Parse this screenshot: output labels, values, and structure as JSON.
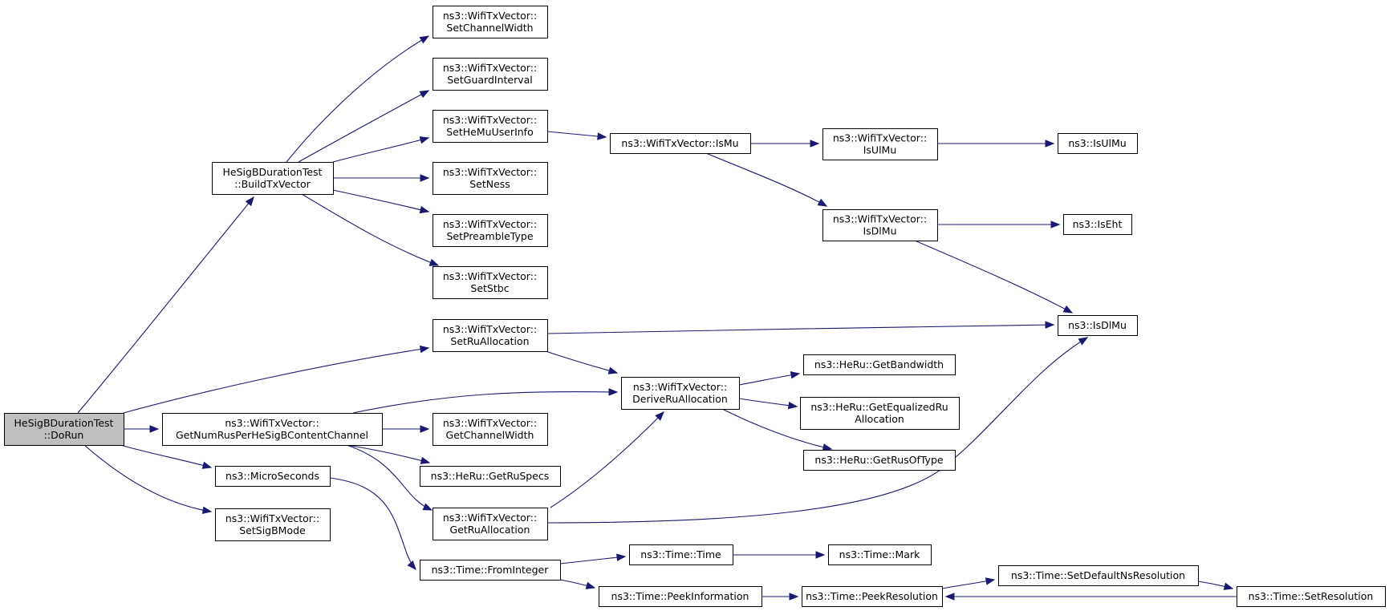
{
  "edge_color": "#191970",
  "root_fill": "#bfbfbf",
  "nodes": [
    {
      "id": "dorun",
      "lines": [
        "HeSigBDurationTest",
        "::DoRun"
      ],
      "root": true
    },
    {
      "id": "buildtx",
      "lines": [
        "HeSigBDurationTest",
        "::BuildTxVector"
      ]
    },
    {
      "id": "setchw",
      "lines": [
        "ns3::WifiTxVector::",
        "SetChannelWidth"
      ]
    },
    {
      "id": "setgi",
      "lines": [
        "ns3::WifiTxVector::",
        "SetGuardInterval"
      ]
    },
    {
      "id": "sethemu",
      "lines": [
        "ns3::WifiTxVector::",
        "SetHeMuUserInfo"
      ]
    },
    {
      "id": "setness",
      "lines": [
        "ns3::WifiTxVector::",
        "SetNess"
      ]
    },
    {
      "id": "setpre",
      "lines": [
        "ns3::WifiTxVector::",
        "SetPreambleType"
      ]
    },
    {
      "id": "setstbc",
      "lines": [
        "ns3::WifiTxVector::",
        "SetStbc"
      ]
    },
    {
      "id": "setru",
      "lines": [
        "ns3::WifiTxVector::",
        "SetRuAllocation"
      ]
    },
    {
      "id": "getnumrus",
      "lines": [
        "ns3::WifiTxVector::",
        "GetNumRusPerHeSigBContentChannel"
      ]
    },
    {
      "id": "micro",
      "lines": [
        "ns3::MicroSeconds"
      ]
    },
    {
      "id": "setsigb",
      "lines": [
        "ns3::WifiTxVector::",
        "SetSigBMode"
      ]
    },
    {
      "id": "ismu",
      "lines": [
        "ns3::WifiTxVector::IsMu"
      ]
    },
    {
      "id": "isulmu",
      "lines": [
        "ns3::WifiTxVector::",
        "IsUlMu"
      ]
    },
    {
      "id": "nsisulmu",
      "lines": [
        "ns3::IsUlMu"
      ]
    },
    {
      "id": "isdlmu",
      "lines": [
        "ns3::WifiTxVector::",
        "IsDlMu"
      ]
    },
    {
      "id": "iseht",
      "lines": [
        "ns3::IsEht"
      ]
    },
    {
      "id": "nsisdlmu",
      "lines": [
        "ns3::IsDlMu"
      ]
    },
    {
      "id": "derive",
      "lines": [
        "ns3::WifiTxVector::",
        "DeriveRuAllocation"
      ]
    },
    {
      "id": "getbw",
      "lines": [
        "ns3::HeRu::GetBandwidth"
      ]
    },
    {
      "id": "geteq",
      "lines": [
        "ns3::HeRu::GetEqualizedRu",
        "Allocation"
      ]
    },
    {
      "id": "getrusoftype",
      "lines": [
        "ns3::HeRu::GetRusOfType"
      ]
    },
    {
      "id": "getchw",
      "lines": [
        "ns3::WifiTxVector::",
        "GetChannelWidth"
      ]
    },
    {
      "id": "getruspecs",
      "lines": [
        "ns3::HeRu::GetRuSpecs"
      ]
    },
    {
      "id": "getrualloc",
      "lines": [
        "ns3::WifiTxVector::",
        "GetRuAllocation"
      ]
    },
    {
      "id": "fromint",
      "lines": [
        "ns3::Time::FromInteger"
      ]
    },
    {
      "id": "timetime",
      "lines": [
        "ns3::Time::Time"
      ]
    },
    {
      "id": "mark",
      "lines": [
        "ns3::Time::Mark"
      ]
    },
    {
      "id": "peekinfo",
      "lines": [
        "ns3::Time::PeekInformation"
      ]
    },
    {
      "id": "peekres",
      "lines": [
        "ns3::Time::PeekResolution"
      ]
    },
    {
      "id": "setdefres",
      "lines": [
        "ns3::Time::SetDefaultNsResolution"
      ]
    },
    {
      "id": "setres",
      "lines": [
        "ns3::Time::SetResolution"
      ]
    }
  ],
  "edges": [
    [
      "dorun",
      "buildtx"
    ],
    [
      "dorun",
      "setru"
    ],
    [
      "dorun",
      "getnumrus"
    ],
    [
      "dorun",
      "micro"
    ],
    [
      "dorun",
      "setsigb"
    ],
    [
      "buildtx",
      "setchw"
    ],
    [
      "buildtx",
      "setgi"
    ],
    [
      "buildtx",
      "sethemu"
    ],
    [
      "buildtx",
      "setness"
    ],
    [
      "buildtx",
      "setpre"
    ],
    [
      "buildtx",
      "setstbc"
    ],
    [
      "sethemu",
      "ismu"
    ],
    [
      "ismu",
      "isulmu"
    ],
    [
      "ismu",
      "isdlmu"
    ],
    [
      "isulmu",
      "nsisulmu"
    ],
    [
      "isdlmu",
      "iseht"
    ],
    [
      "isdlmu",
      "nsisdlmu"
    ],
    [
      "setru",
      "nsisdlmu"
    ],
    [
      "setru",
      "derive"
    ],
    [
      "getnumrus",
      "derive"
    ],
    [
      "getnumrus",
      "getchw"
    ],
    [
      "getnumrus",
      "getruspecs"
    ],
    [
      "getnumrus",
      "getrualloc"
    ],
    [
      "derive",
      "getbw"
    ],
    [
      "derive",
      "geteq"
    ],
    [
      "derive",
      "getrusoftype"
    ],
    [
      "getrualloc",
      "derive"
    ],
    [
      "getrualloc",
      "nsisdlmu"
    ],
    [
      "micro",
      "fromint"
    ],
    [
      "fromint",
      "timetime"
    ],
    [
      "fromint",
      "peekinfo"
    ],
    [
      "timetime",
      "mark"
    ],
    [
      "peekinfo",
      "peekres"
    ],
    [
      "peekres",
      "setdefres"
    ],
    [
      "setdefres",
      "setres"
    ],
    [
      "setres",
      "peekres"
    ]
  ]
}
